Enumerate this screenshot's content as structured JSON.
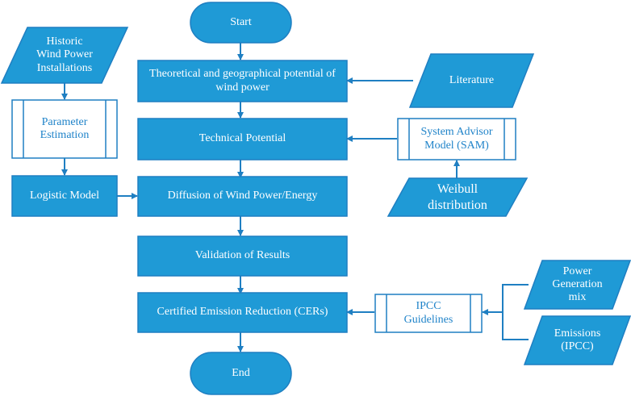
{
  "colors": {
    "fill": "#1f9ad6",
    "stroke": "#1f7fc2",
    "arrow": "#1f7fc2",
    "text_on_fill": "#ffffff",
    "text_on_white": "#1f83c9"
  },
  "nodes": {
    "start": "Start",
    "theoretical": "Theoretical and geographical potential of\nwind power",
    "technical": "Technical Potential",
    "diffusion": "Diffusion of Wind Power/Energy",
    "validation": "Validation of Results",
    "cer": "Certified Emission Reduction (CERs)",
    "end": "End",
    "historic": "Historic\nWind Power\nInstallations",
    "parameter": "Parameter\nEstimation",
    "logistic": "Logistic Model",
    "literature": "Literature",
    "sam": "System Advisor\nModel (SAM)",
    "weibull": "Weibull\ndistribution",
    "ipcc_guidelines": "IPCC\nGuidelines",
    "power_mix": "Power\nGeneration\nmix",
    "emissions": "Emissions\n(IPCC)"
  }
}
